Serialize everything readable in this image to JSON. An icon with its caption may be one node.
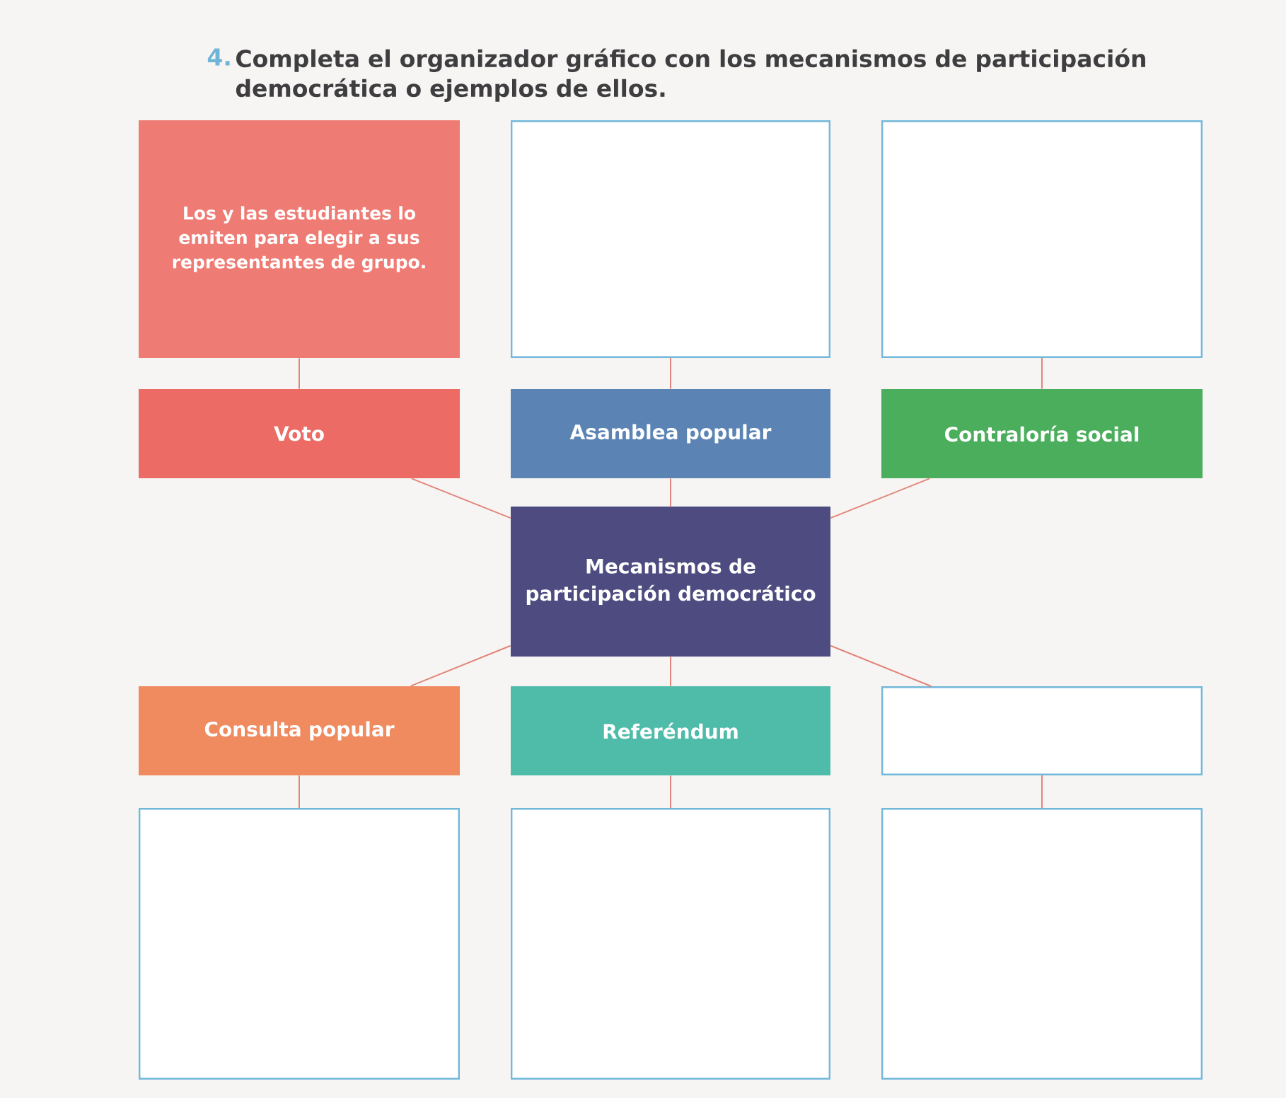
{
  "diagram": {
    "title": "Completa el organizador gráfico con los mecanismos de participación democrática o ejemplos de ellos.",
    "nodes": [
      {
        "text": [
          "Los y las estudiantes lo emiten para elegir a sus representantes de grupo."
        ]
      },
      {
        "text": [],
        "shape": "box"
      },
      {
        "text": [],
        "shape": "box"
      },
      {
        "text": [
          "Voto"
        ]
      },
      {
        "text": [
          "Asamblea popular"
        ]
      },
      {
        "text": [
          "Contraloría social"
        ]
      },
      {
        "text": [
          "Mecanismos de participación democrático"
        ]
      },
      {
        "text": [
          "Consulta popular"
        ]
      },
      {
        "text": [
          "Referéndum"
        ]
      },
      {
        "text": [],
        "shape": "box"
      },
      {
        "text": [],
        "shape": "box"
      },
      {
        "text": [],
        "shape": "box"
      },
      {
        "text": [],
        "shape": "box"
      }
    ],
    "edges": [
      {
        "from": 0,
        "to": 3,
        "arrow": "none"
      },
      {
        "from": 1,
        "to": 4,
        "arrow": "none"
      },
      {
        "from": 2,
        "to": 5,
        "arrow": "none"
      },
      {
        "from": 3,
        "to": 6,
        "arrow": "none"
      },
      {
        "from": 4,
        "to": 6,
        "arrow": "none"
      },
      {
        "from": 5,
        "to": 6,
        "arrow": "none"
      },
      {
        "from": 6,
        "to": 7,
        "arrow": "none"
      },
      {
        "from": 6,
        "to": 8,
        "arrow": "none"
      },
      {
        "from": 6,
        "to": 9,
        "arrow": "none"
      },
      {
        "from": 7,
        "to": 10,
        "arrow": "none"
      },
      {
        "from": 8,
        "to": 11,
        "arrow": "none"
      },
      {
        "from": 9,
        "to": 12,
        "arrow": "none"
      }
    ],
    "labels": [
      "4."
    ]
  }
}
